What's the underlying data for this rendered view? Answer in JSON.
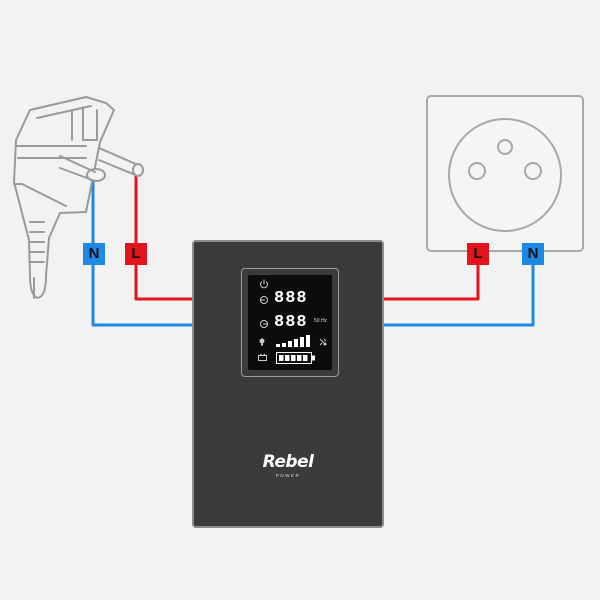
{
  "labels": {
    "plug_neutral": "N",
    "plug_live": "L",
    "socket_live": "L",
    "socket_neutral": "N"
  },
  "display": {
    "input_value": "888",
    "output_value": "888",
    "frequency": "50 Hz"
  },
  "brand": {
    "name": "Rebel",
    "tagline": "POWER"
  },
  "colors": {
    "live_wire": "#e3141e",
    "neutral_wire": "#1e88e5",
    "device_body": "#3b3b3d",
    "background": "#f2f2f2"
  },
  "icons": [
    "power-icon",
    "input-icon",
    "output-icon",
    "load-bars-icon",
    "battery-icon",
    "bulb-icon",
    "plug-icon",
    "speaker-icon"
  ]
}
